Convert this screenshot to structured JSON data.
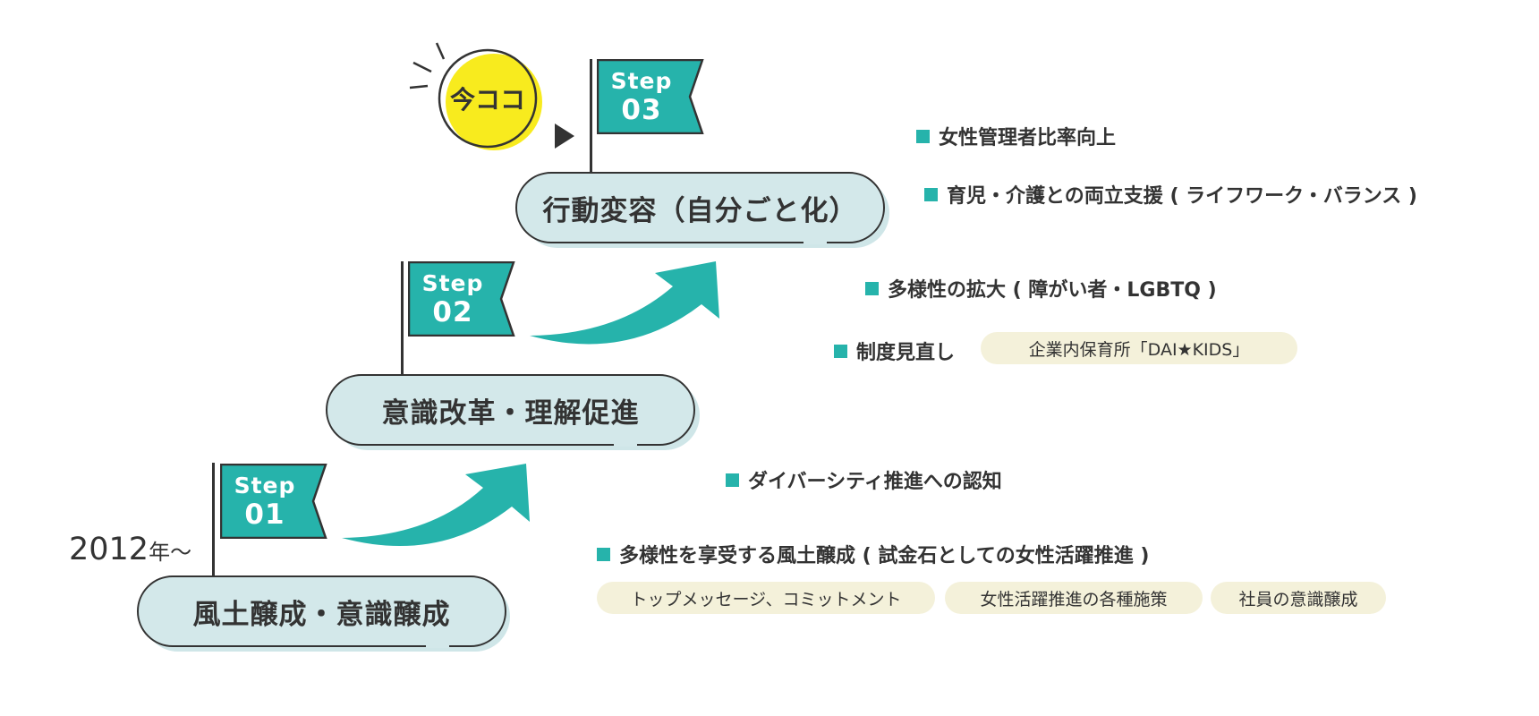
{
  "year": {
    "number": "2012",
    "suffix": "年〜"
  },
  "now_label": "今ココ",
  "colors": {
    "teal": "#26b3ab",
    "pill": "#d3e8ea",
    "yellow": "#f8eb1e",
    "tag": "#f4f1da",
    "ink": "#333333"
  },
  "steps": [
    {
      "word": "Step",
      "num": "01",
      "label": "風土醸成・意識醸成"
    },
    {
      "word": "Step",
      "num": "02",
      "label": "意識改革・理解促進"
    },
    {
      "word": "Step",
      "num": "03",
      "label": "行動変容（自分ごと化）"
    }
  ],
  "bullets": {
    "b1": "女性管理者比率向上",
    "b2": "育児・介護との両立支援 ( ライフワーク・バランス )",
    "b3": "多様性の拡大 ( 障がい者・LGBTQ )",
    "b4": "制度見直し",
    "b5": "ダイバーシティ推進への認知",
    "b6": "多様性を享受する風土醸成 ( 試金石としての女性活躍推進 )"
  },
  "tags": {
    "t1": "企業内保育所「DAI★KIDS」",
    "t2": "トップメッセージ、コミットメント",
    "t3": "女性活躍推進の各種施策",
    "t4": "社員の意識醸成"
  }
}
